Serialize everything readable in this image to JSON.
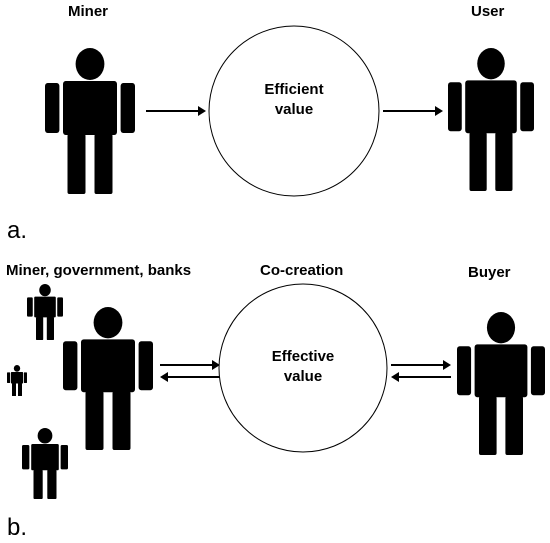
{
  "panel_a": {
    "letter": "a.",
    "left_actor": "Miner",
    "right_actor": "User",
    "center_text": "Efficient\nvalue"
  },
  "panel_b": {
    "letter": "b.",
    "left_actor": "Miner, government, banks",
    "top_label": "Co-creation",
    "right_actor": "Buyer",
    "center_text": "Effective\nvalue"
  }
}
